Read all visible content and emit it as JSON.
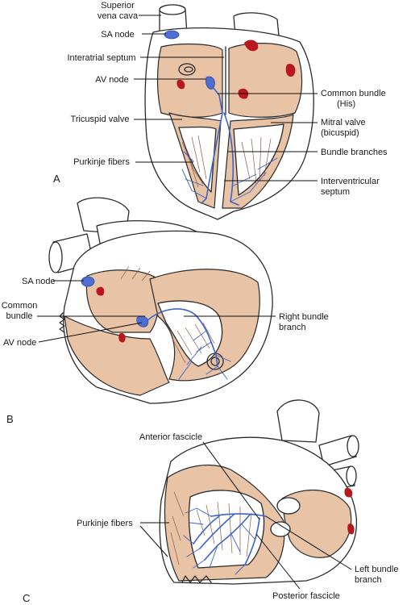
{
  "panels": {
    "a": {
      "letter": "A",
      "labels": {
        "superior_vena_cava_1": "Superior",
        "superior_vena_cava_2": "vena cava",
        "sa_node": "SA node",
        "interatrial_septum": "Interatrial septum",
        "av_node": "AV node",
        "tricuspid_valve": "Tricuspid valve",
        "purkinje_fibers": "Purkinje fibers",
        "common_bundle_1": "Common bundle",
        "common_bundle_2": "(His)",
        "mitral_valve_1": "Mitral valve",
        "mitral_valve_2": "(bicuspid)",
        "bundle_branches": "Bundle branches",
        "interventricular_septum_1": "Interventricular",
        "interventricular_septum_2": "septum"
      }
    },
    "b": {
      "letter": "B",
      "labels": {
        "sa_node": "SA node",
        "common_bundle_1": "Common",
        "common_bundle_2": "bundle",
        "av_node": "AV node",
        "right_bundle_branch_1": "Right bundle",
        "right_bundle_branch_2": "branch"
      }
    },
    "c": {
      "letter": "C",
      "labels": {
        "anterior_fascicle": "Anterior fascicle",
        "purkinje_fibers": "Purkinje fibers",
        "left_bundle_branch_1": "Left bundle",
        "left_bundle_branch_2": "branch",
        "posterior_fascicle": "Posterior fascicle"
      }
    }
  },
  "colors": {
    "myocardium": "#e9c3a5",
    "conduction": "#3c63c8",
    "node": "#4f6fd0",
    "valve_red": "#b8171e",
    "outline": "#2a2a2a"
  }
}
